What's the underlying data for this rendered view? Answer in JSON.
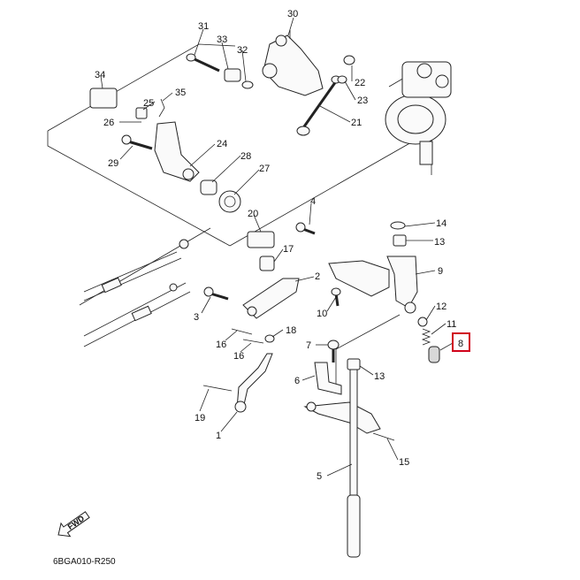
{
  "diagram_code": "6BGA010-R250",
  "fwd_label": "FWD",
  "highlighted_part": "8",
  "labels": {
    "p1": "1",
    "p2": "2",
    "p3": "3",
    "p4": "4",
    "p5": "5",
    "p6": "6",
    "p7": "7",
    "p8": "8",
    "p9": "9",
    "p10": "10",
    "p11": "11",
    "p12": "12",
    "p13a": "13",
    "p13b": "13",
    "p14": "14",
    "p15": "15",
    "p16a": "16",
    "p16b": "16",
    "p17": "17",
    "p18": "18",
    "p19": "19",
    "p20": "20",
    "p21": "21",
    "p22": "22",
    "p23": "23",
    "p24": "24",
    "p25": "25",
    "p26": "26",
    "p27": "27",
    "p28": "28",
    "p29": "29",
    "p30": "30",
    "p31": "31",
    "p32": "32",
    "p33": "33",
    "p34": "34",
    "p35": "35"
  },
  "colors": {
    "highlight": "#d0021b",
    "line": "#222222"
  }
}
